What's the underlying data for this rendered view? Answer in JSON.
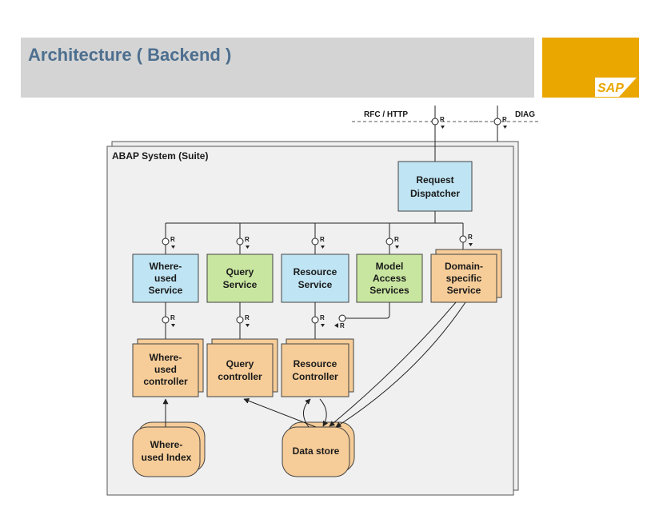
{
  "title": "Architecture ( Backend )",
  "logo_text": "SAP",
  "system_label": "ABAP System (Suite)",
  "interfaces": {
    "rfc_http": "RFC / HTTP",
    "diag": "DIAG",
    "r": "R"
  },
  "dispatcher": [
    "Request",
    "Dispatcher"
  ],
  "services": {
    "where_used": [
      "Where-",
      "used",
      "Service"
    ],
    "query": [
      "Query",
      "Service"
    ],
    "resource": [
      "Resource",
      "Service"
    ],
    "model_access": [
      "Model",
      "Access",
      "Services"
    ],
    "domain_specific": [
      "Domain-",
      "specific",
      "Service"
    ]
  },
  "controllers": {
    "where_used": [
      "Where-",
      "used",
      "controller"
    ],
    "query": [
      "Query",
      "controller"
    ],
    "resource": [
      "Resource",
      "Controller"
    ]
  },
  "stores": {
    "where_used_index": [
      "Where-",
      "used Index"
    ],
    "data_store": [
      "Data store"
    ]
  },
  "colors": {
    "service_blue": "#bfe4f3",
    "service_green": "#c8e6a0",
    "component_orange": "#f6cc98",
    "title_text": "#4d6f8f",
    "accent": "#e9a700"
  }
}
